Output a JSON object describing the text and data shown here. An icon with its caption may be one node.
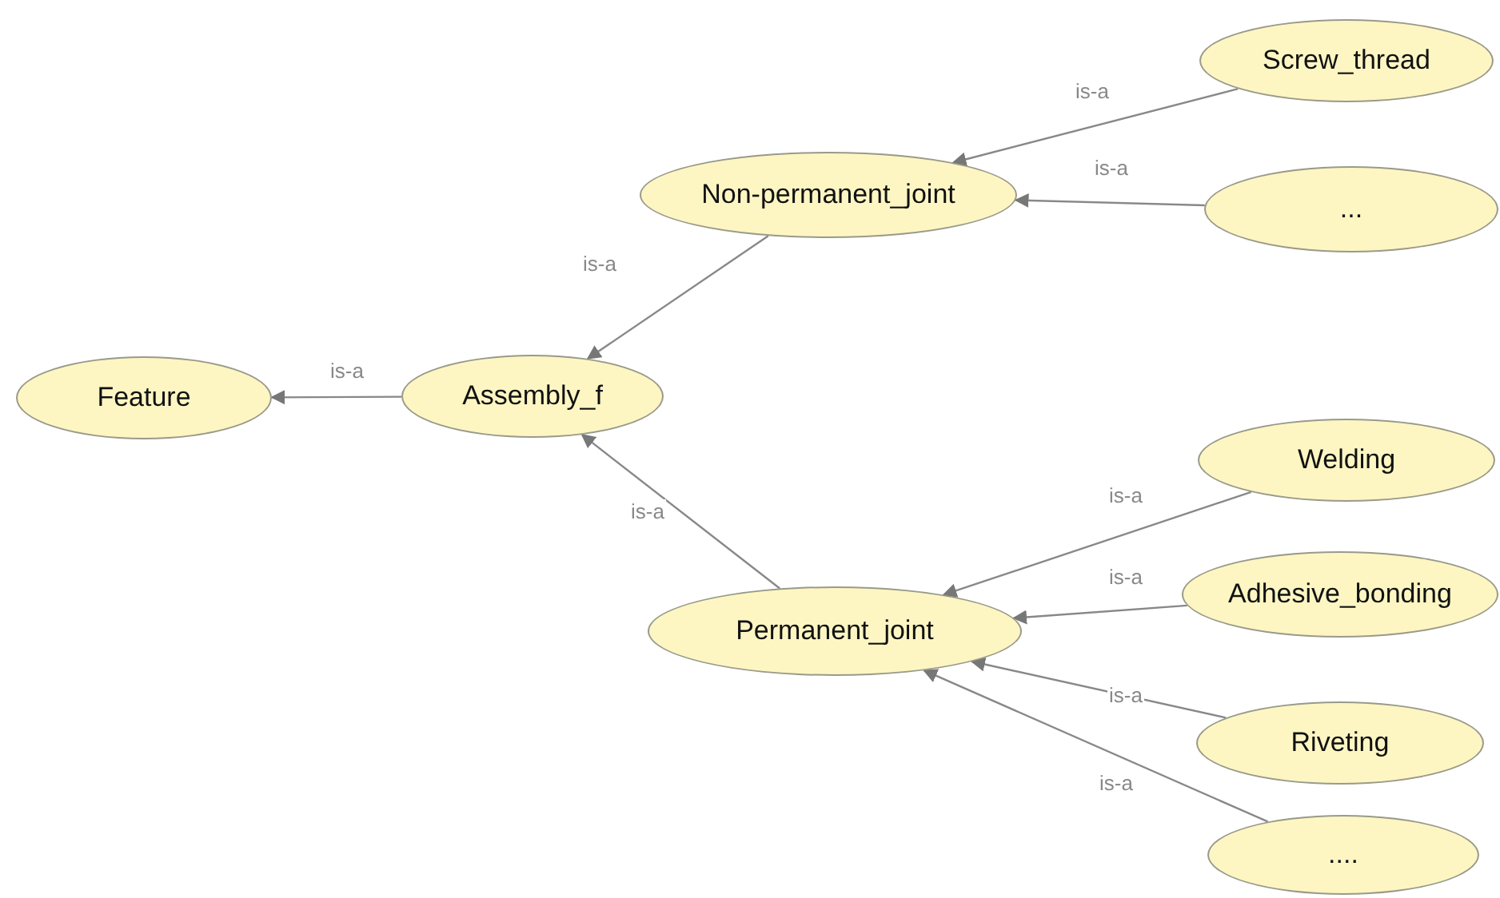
{
  "diagram": {
    "nodes": [
      {
        "text": [
          "Feature"
        ]
      },
      {
        "text": [
          "Assembly_f"
        ]
      },
      {
        "text": [
          "Non-permanent_joint"
        ]
      },
      {
        "text": [
          "Screw_thread"
        ]
      },
      {
        "text": [
          "..."
        ]
      },
      {
        "text": [
          "Permanent_joint"
        ]
      },
      {
        "text": [
          "Welding"
        ]
      },
      {
        "text": [
          "Adhesive_bonding"
        ]
      },
      {
        "text": [
          "Riveting"
        ]
      },
      {
        "text": [
          "...."
        ]
      }
    ],
    "edges": [
      {
        "from": 1,
        "to": 0,
        "arrow": "to",
        "label": "is-a"
      },
      {
        "from": 2,
        "to": 1,
        "arrow": "to",
        "label": "is-a"
      },
      {
        "from": 3,
        "to": 2,
        "arrow": "to",
        "label": "is-a"
      },
      {
        "from": 4,
        "to": 2,
        "arrow": "to",
        "label": "is-a"
      },
      {
        "from": 5,
        "to": 1,
        "arrow": "to",
        "label": "is-a"
      },
      {
        "from": 6,
        "to": 5,
        "arrow": "to",
        "label": "is-a"
      },
      {
        "from": 7,
        "to": 5,
        "arrow": "to",
        "label": "is-a"
      },
      {
        "from": 8,
        "to": 5,
        "arrow": "to",
        "label": "is-a"
      },
      {
        "from": 9,
        "to": 5,
        "arrow": "to",
        "label": "is-a"
      }
    ]
  }
}
